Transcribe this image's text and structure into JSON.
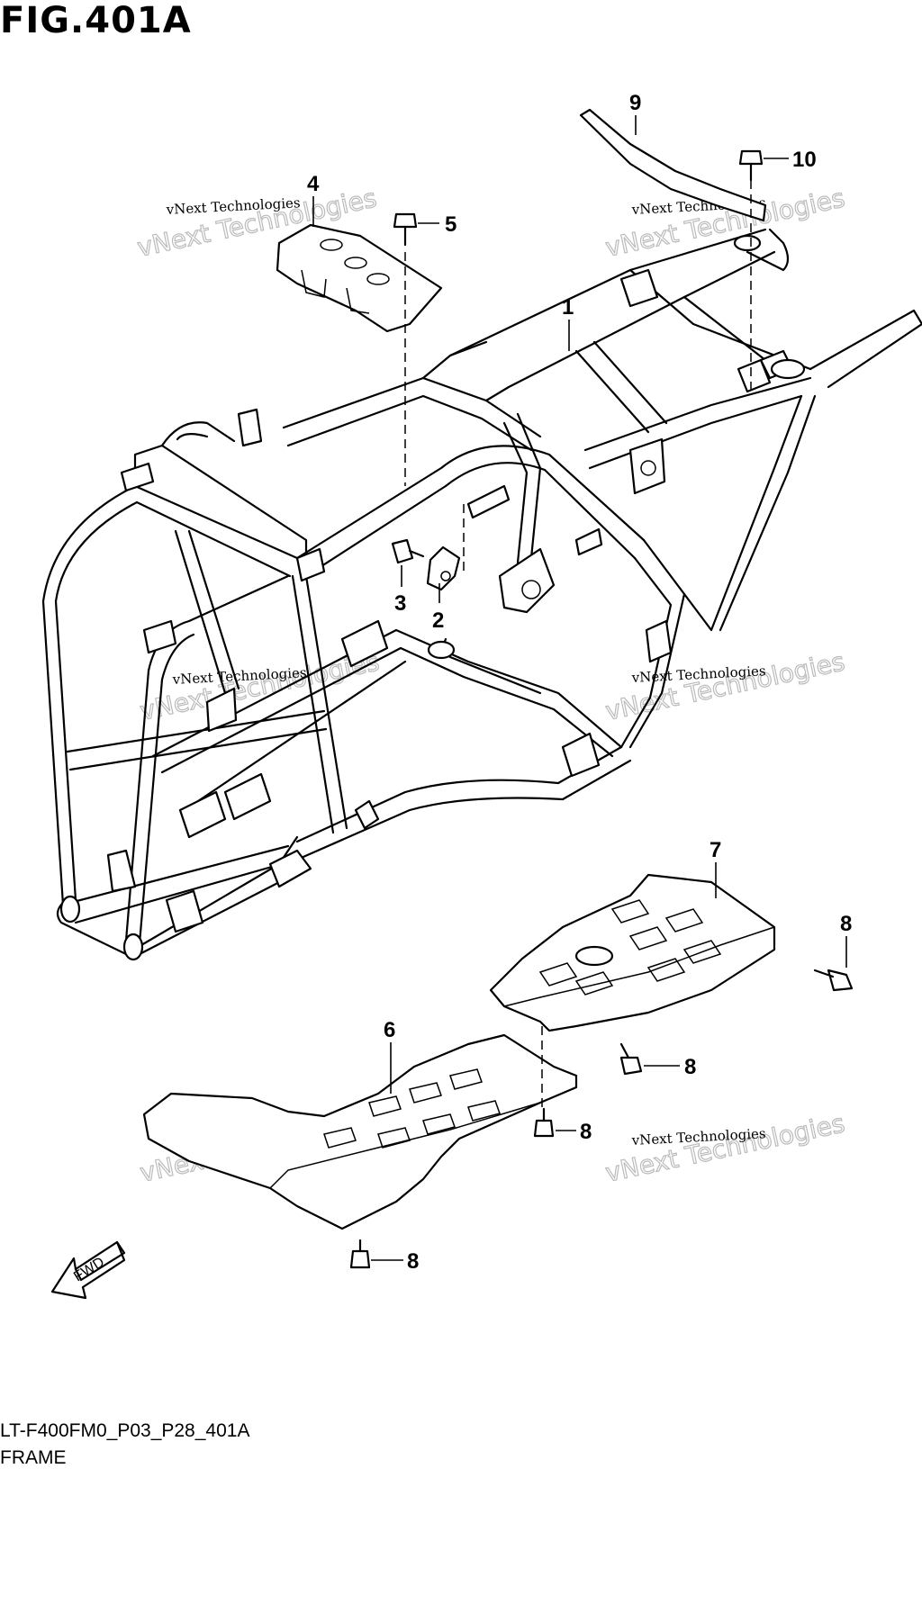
{
  "figure": {
    "title": "FIG.401A",
    "code": "LT-F400FM0_P03_P28_401A",
    "name": "FRAME"
  },
  "watermark": {
    "line1": "vNext Technologies",
    "line2": "vNext Technologies"
  },
  "direction_label": "FWD",
  "callouts": {
    "c1": "1",
    "c2": "2",
    "c3": "3",
    "c4": "4",
    "c5": "5",
    "c6": "6",
    "c7": "7",
    "c9": "9",
    "c10": "10",
    "c8a": "8",
    "c8b": "8",
    "c8c": "8",
    "c8d": "8"
  }
}
